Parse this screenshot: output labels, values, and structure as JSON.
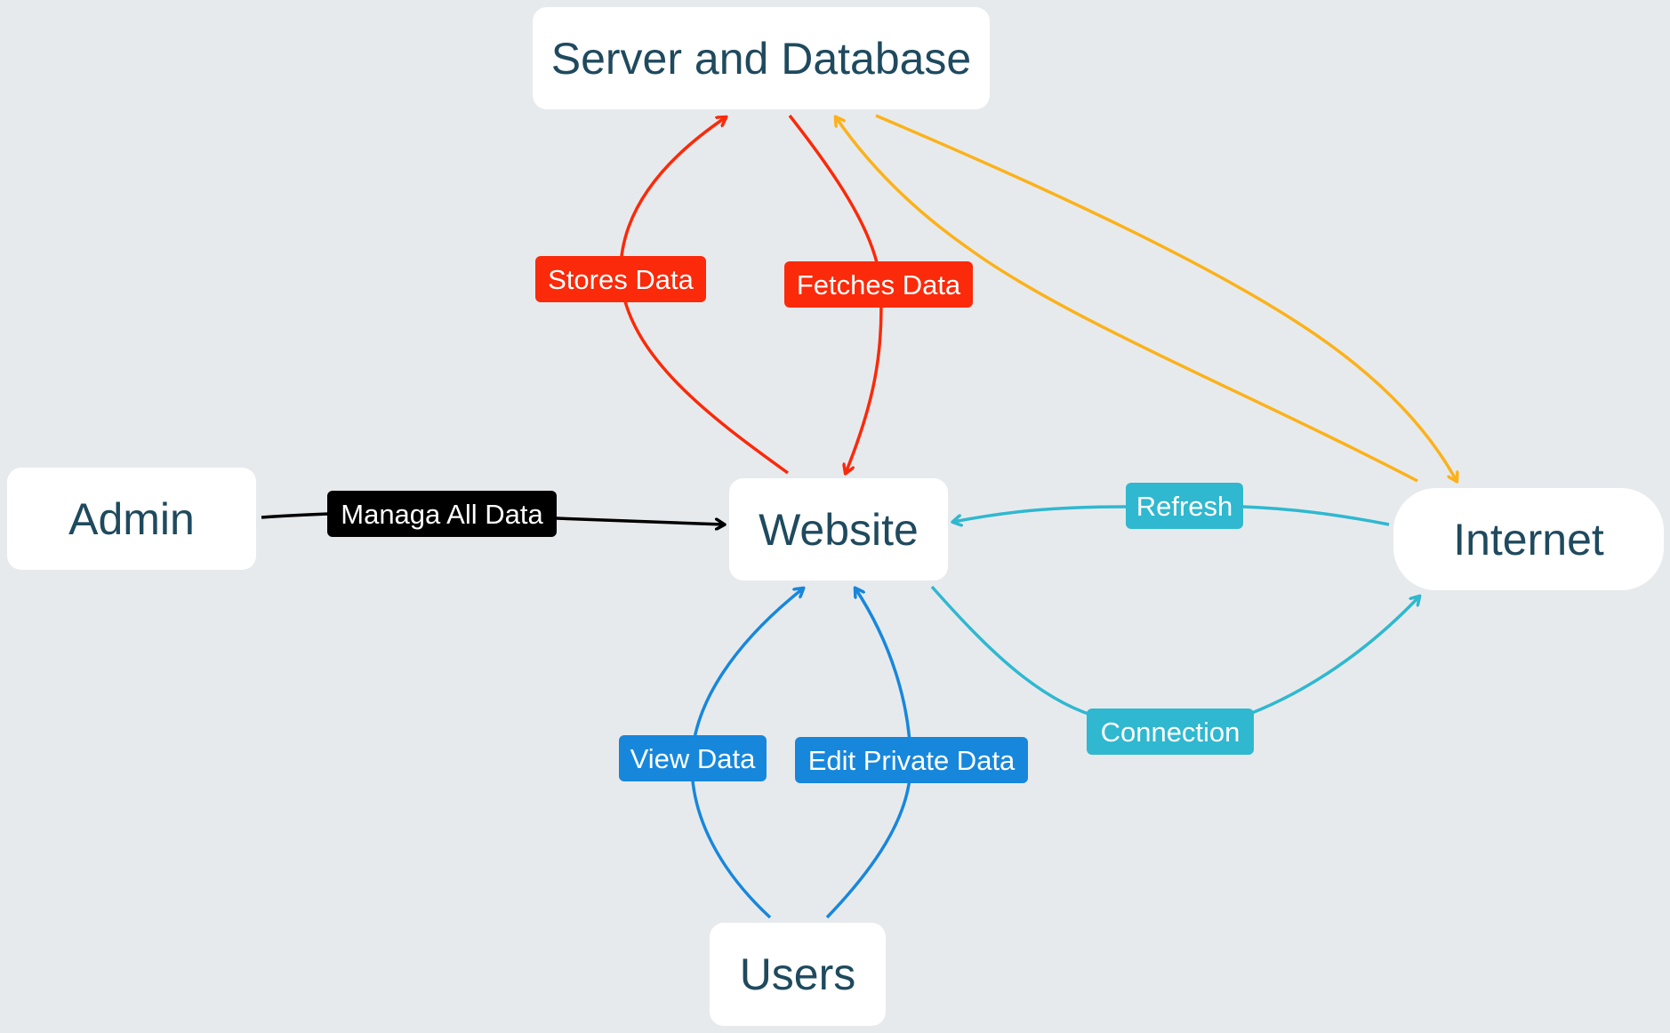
{
  "nodes": {
    "server": "Server and Database",
    "admin": "Admin",
    "website": "Website",
    "internet": "Internet",
    "users": "Users"
  },
  "edges": {
    "stores": "Stores Data",
    "fetches": "Fetches Data",
    "manage": "Managa All Data",
    "refresh": "Refresh",
    "connection": "Connection",
    "view": "View Data",
    "edit": "Edit Private Data"
  },
  "colors": {
    "background": "#e7eaed",
    "node_text": "#1f4a5e",
    "red": "#fa2a0a",
    "orange": "#fbb21a",
    "teal": "#2fb8d0",
    "blue": "#1787dc",
    "black": "#000000"
  }
}
